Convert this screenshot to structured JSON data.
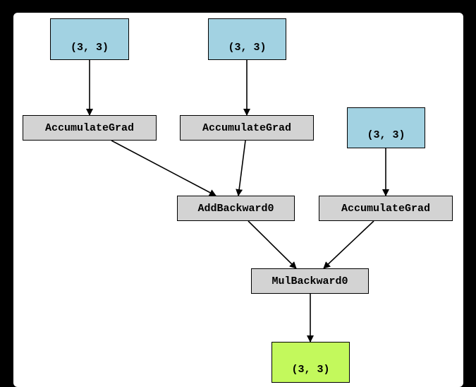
{
  "colors": {
    "background": "#000000",
    "canvas": "#ffffff",
    "tensor_node": "#a2d2e2",
    "operation_node": "#d3d3d3",
    "output_node": "#c3f95c"
  },
  "nodes": {
    "tensor_1": {
      "label": "(3, 3)"
    },
    "tensor_2": {
      "label": "(3, 3)"
    },
    "tensor_3": {
      "label": "(3, 3)"
    },
    "accumulate_grad_1": {
      "label": "AccumulateGrad"
    },
    "accumulate_grad_2": {
      "label": "AccumulateGrad"
    },
    "accumulate_grad_3": {
      "label": "AccumulateGrad"
    },
    "add_backward": {
      "label": "AddBackward0"
    },
    "mul_backward": {
      "label": "MulBackward0"
    },
    "output_tensor": {
      "label": "(3, 3)"
    }
  },
  "edges": [
    {
      "from": "tensor_1",
      "to": "accumulate_grad_1"
    },
    {
      "from": "tensor_2",
      "to": "accumulate_grad_2"
    },
    {
      "from": "tensor_3",
      "to": "accumulate_grad_3"
    },
    {
      "from": "accumulate_grad_1",
      "to": "add_backward"
    },
    {
      "from": "accumulate_grad_2",
      "to": "add_backward"
    },
    {
      "from": "add_backward",
      "to": "mul_backward"
    },
    {
      "from": "accumulate_grad_3",
      "to": "mul_backward"
    },
    {
      "from": "mul_backward",
      "to": "output_tensor"
    }
  ]
}
